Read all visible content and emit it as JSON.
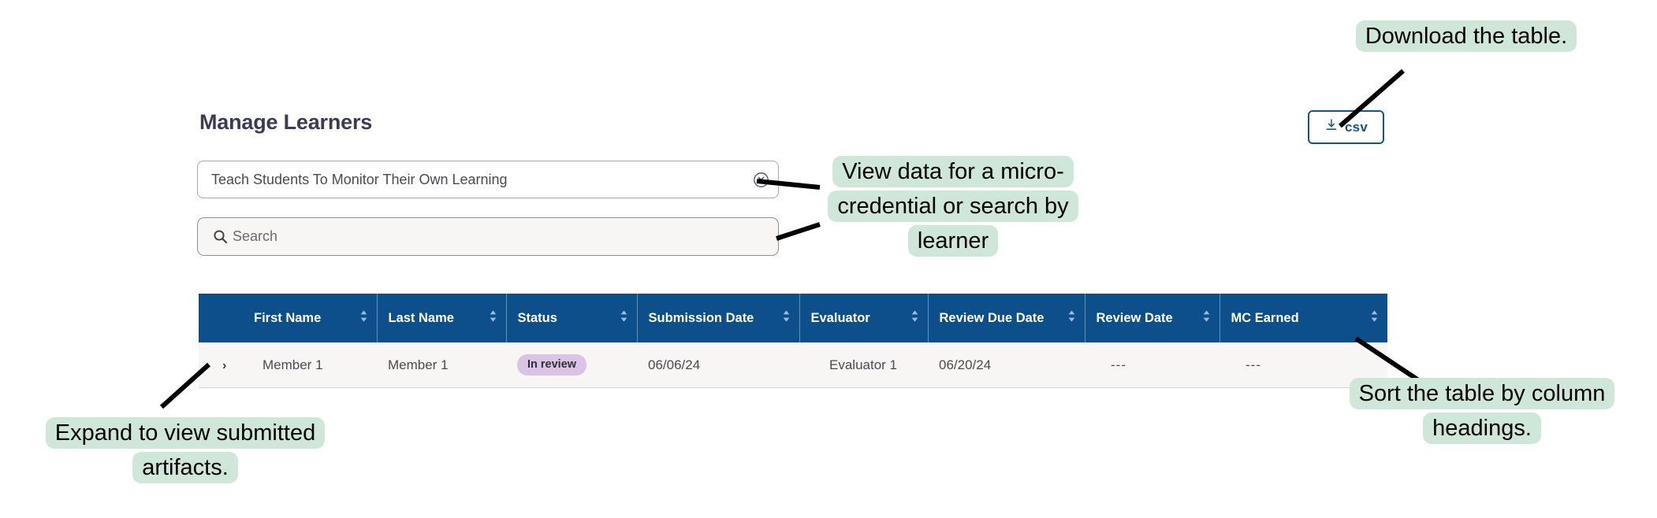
{
  "page": {
    "title": "Manage Learners"
  },
  "micro_credential_select": {
    "value": "Teach Students To Monitor Their Own Learning",
    "clear_icon": "circle-x-icon"
  },
  "learner_search": {
    "placeholder": "Search",
    "value": "",
    "icon": "search-icon"
  },
  "csv_button": {
    "label": "csv",
    "icon": "download-icon",
    "border_color": "#14538f",
    "text_color": "#14538f"
  },
  "table": {
    "header_bg": "#0d4f8b",
    "row_bg": "#f7f6f4",
    "columns": [
      {
        "label": "First Name",
        "sortable": true
      },
      {
        "label": "Last Name",
        "sortable": true
      },
      {
        "label": "Status",
        "sortable": true
      },
      {
        "label": "Submission Date",
        "sortable": true
      },
      {
        "label": "Evaluator",
        "sortable": true
      },
      {
        "label": "Review Due Date",
        "sortable": true
      },
      {
        "label": "Review Date",
        "sortable": true
      },
      {
        "label": "MC Earned",
        "sortable": true
      }
    ],
    "rows": [
      {
        "expand_icon": "chevron-right-icon",
        "first_name": "Member 1",
        "last_name": "Member 1",
        "status": "In review",
        "status_color": "#d9c4e6",
        "submission_date": "06/06/24",
        "evaluator": "Evaluator 1",
        "review_due_date": "06/20/24",
        "review_date": "---",
        "mc_earned": "---"
      }
    ]
  },
  "annotations": {
    "download": "Download the table.",
    "view": "View data for a micro-credential or search by learner",
    "expand": "Expand to view submitted artifacts.",
    "sort": "Sort the table by column headings.",
    "highlight_color": "#cfe7d8"
  }
}
